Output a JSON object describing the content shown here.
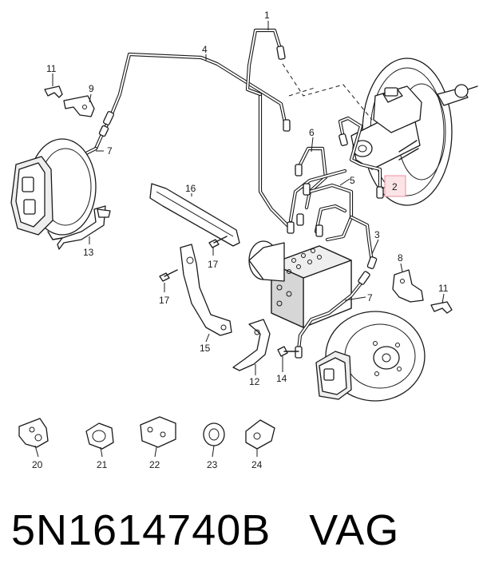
{
  "diagram": {
    "part_labels": {
      "p1": "1",
      "p2": "2",
      "p3": "3",
      "p4": "4",
      "p5": "5",
      "p6": "6",
      "p7a": "7",
      "p7b": "7",
      "p8": "8",
      "p9": "9",
      "p11a": "11",
      "p11b": "11",
      "p12": "12",
      "p13": "13",
      "p14": "14",
      "p15": "15",
      "p16": "16",
      "p17a": "17",
      "p17b": "17",
      "p20": "20",
      "p21": "21",
      "p22": "22",
      "p23": "23",
      "p24": "24"
    },
    "highlighted_part": "2",
    "highlight_color": "#e8919c"
  },
  "caption": {
    "part_number": "5N1614740B",
    "brand": "VAG"
  }
}
